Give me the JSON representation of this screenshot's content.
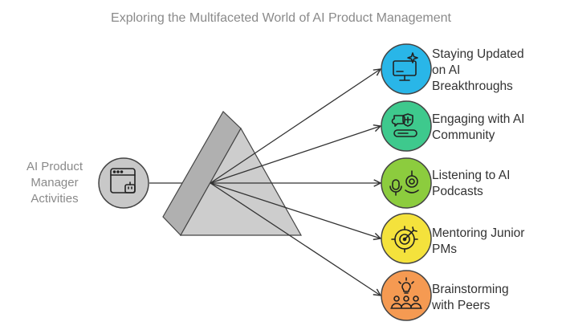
{
  "title": "Exploring the Multifaceted World of AI Product Management",
  "source": {
    "lines": [
      "AI Product",
      "Manager",
      "Activities"
    ],
    "icon": "browser-robot-icon",
    "color": "#c8c8c8"
  },
  "items": [
    {
      "lines": [
        "Staying Updated",
        "on AI",
        "Breakthroughs"
      ],
      "icon": "monitor-sparkle-icon",
      "color": "#29b6e8"
    },
    {
      "lines": [
        "Engaging with AI",
        "Community"
      ],
      "icon": "community-chat-icon",
      "color": "#3ec98d"
    },
    {
      "lines": [
        "Listening to AI",
        "Podcasts"
      ],
      "icon": "podcast-microphone-icon",
      "color": "#8ccc3e"
    },
    {
      "lines": [
        "Mentoring Junior",
        "PMs"
      ],
      "icon": "target-icon",
      "color": "#f4e23c"
    },
    {
      "lines": [
        "Brainstorming",
        "with Peers"
      ],
      "icon": "idea-group-icon",
      "color": "#f59a52"
    }
  ]
}
